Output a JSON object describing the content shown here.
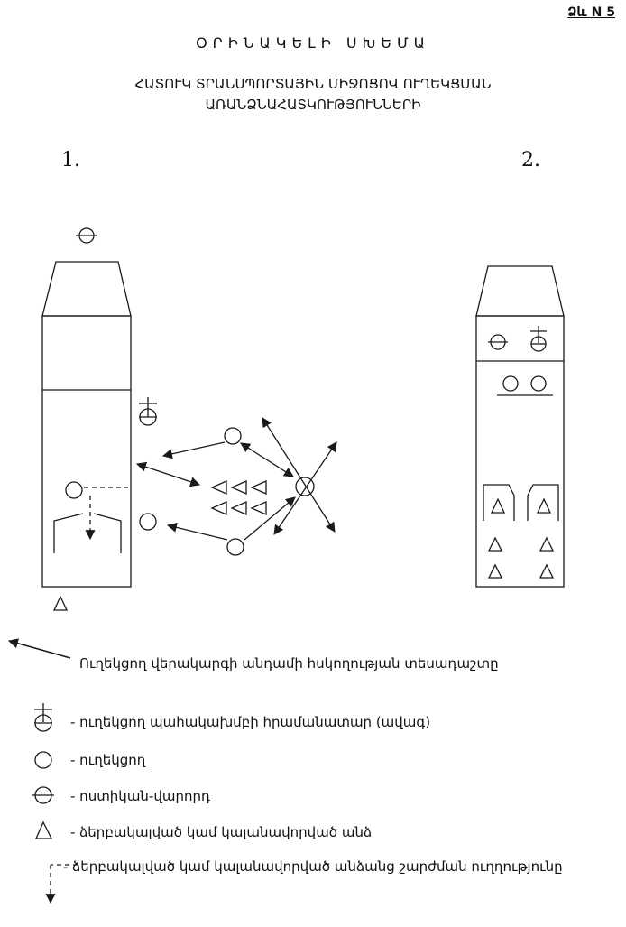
{
  "page": {
    "form_number": "Ձև N 5",
    "title": "ՕՐԻՆԱԿԵԼԻ ՍԽԵՄԱ",
    "subtitle_line1": "ՀԱՏՈՒԿ ՏՐԱՆՍՊՈՐՏԱՅԻՆ ՄԻՋՈՑՈՎ ՈՒՂԵԿՑՄԱՆ",
    "subtitle_line2": "ԱՌԱՆՁՆԱՀԱՏԿՈՒԹՅՈՒՆՆԵՐԻ"
  },
  "figures": {
    "figure1_label": "1.",
    "figure2_label": "2."
  },
  "colors": {
    "ink": "#1a1a1a",
    "background": "#ffffff"
  },
  "legend": {
    "items": [
      {
        "symbol": "view-field-arrow-icon",
        "label": "Ուղեկցող վերակարգի անդամի հսկողության տեսադաշտը"
      },
      {
        "symbol": "escort-commander-icon",
        "label": "- ուղեկցող պահակախմբի հրամանատար (ավագ)"
      },
      {
        "symbol": "escort-icon",
        "label": "- ուղեկցող"
      },
      {
        "symbol": "police-driver-icon",
        "label": "- ոստիկան-վարորդ"
      },
      {
        "symbol": "detainee-icon",
        "label": "- ձերբակալված կամ կալանավորված անձ"
      },
      {
        "symbol": "movement-direction-icon",
        "label": "- ձերբակալված կամ կալանավորված անձանց շարժման ուղղությունը"
      }
    ]
  }
}
